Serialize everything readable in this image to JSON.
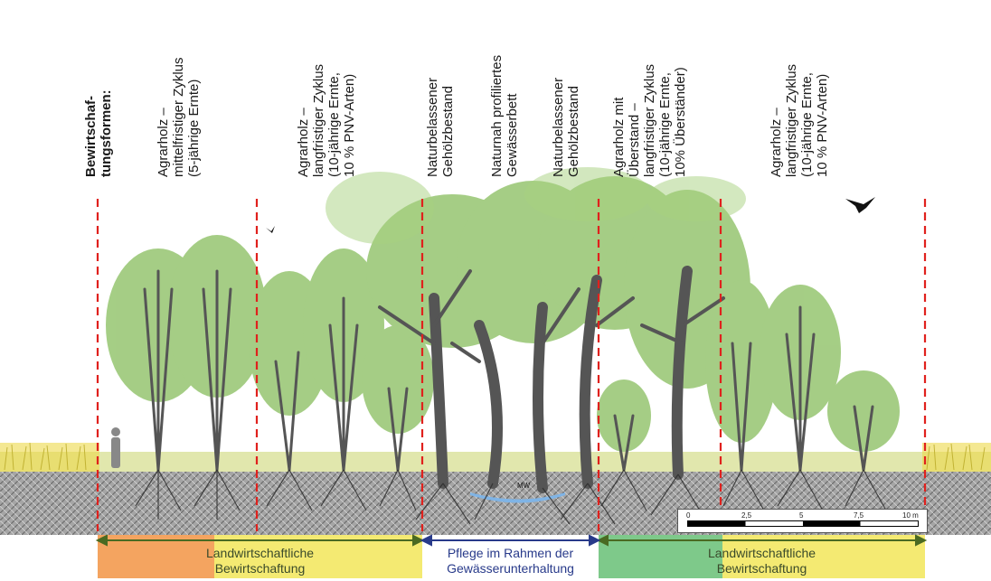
{
  "header": {
    "title": "Bewirtschaf-\ntungsformen:",
    "columns": [
      {
        "text": "Agrarholz –\nmittelfristiger Zyklus\n(5-jährige Ernte)"
      },
      {
        "text": "Agrarholz –\nlangfristiger Zyklus\n(10-jährige Ernte,\n10 % PNV-Arten)"
      },
      {
        "text": "Naturbelassener\nGehölzbestand"
      },
      {
        "text": "Naturnah profiliertes\nGewässerbett"
      },
      {
        "text": "Naturbelassener\nGehölzbestand"
      },
      {
        "text": "Agrarholz mit\nÜberstand –\nlangfristiger Zyklus\n(10-jährige Ernte,\n10% Überständer)"
      },
      {
        "text": "Agrarholz –\nlangfristiger Zyklus\n(10-jährige Ernte,\n10 % PNV-Arten)"
      }
    ]
  },
  "water_label": "MW",
  "scale": {
    "labels": [
      "0",
      "2,5",
      "5",
      "7,5",
      "10 m"
    ]
  },
  "bands": [
    {
      "text": "Landwirtschaftliche\nBewirtschaftung",
      "color_left": "#f4a460",
      "color_right": "#f4ea72",
      "arrow_color": "#4a6a22"
    },
    {
      "text": "Pflege im Rahmen der\nGewässerunterhaltung",
      "color": "#ffffff",
      "arrow_color": "#283a8a"
    },
    {
      "text": "Landwirtschaftliche\nBewirtschaftung",
      "color_left": "#7ec98a",
      "color_right": "#f4ea72",
      "arrow_color": "#4a6a22"
    }
  ],
  "colors": {
    "divider": "#e0211d",
    "foliage": "#8cc063",
    "trunk": "#555555",
    "grass": "#e8d030",
    "soil": "#9a9a9a"
  }
}
